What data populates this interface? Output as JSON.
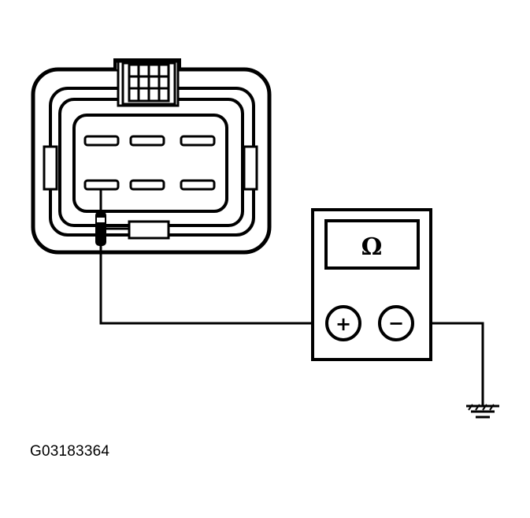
{
  "meter": {
    "display_symbol": "Ω",
    "positive_terminal": "+",
    "negative_terminal": "−"
  },
  "connector": {
    "pin_rows": 2,
    "pin_columns": 3
  },
  "figure_id": "G03183364"
}
